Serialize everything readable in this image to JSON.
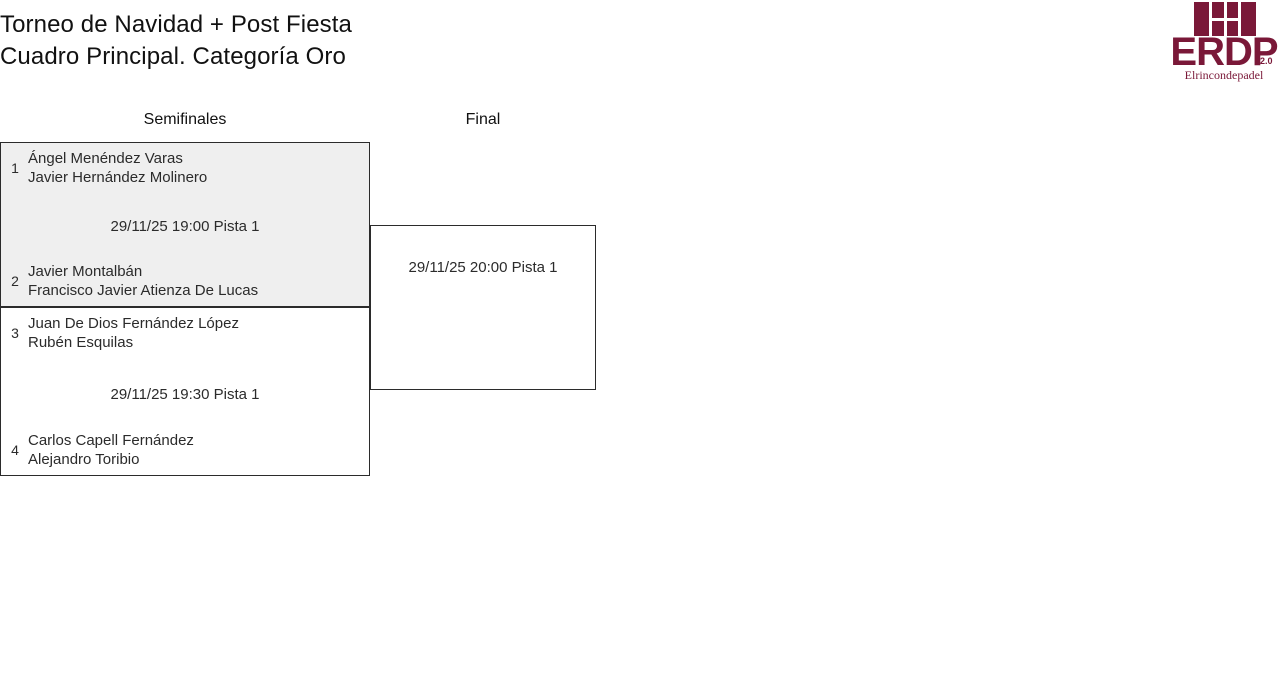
{
  "header": {
    "title_line1": "Torneo de Navidad + Post Fiesta",
    "title_line2": "Cuadro Principal. Categoría Oro"
  },
  "logo": {
    "wordmark": "ERDP",
    "version": "2.0",
    "subtitle": "Elrincondepadel",
    "brand_color": "#7a1838",
    "icon": "padel-court-icon"
  },
  "rounds": [
    {
      "key": "semifinales",
      "label": "Semifinales"
    },
    {
      "key": "final",
      "label": "Final"
    }
  ],
  "bracket": {
    "semifinal_1": {
      "info": "29/11/25 19:00 Pista 1",
      "top": {
        "seed": "1",
        "player1": "Ángel Menéndez Varas",
        "player2": "Javier Hernández Molinero"
      },
      "bottom": {
        "seed": "2",
        "player1": "Javier Montalbán",
        "player2": "Francisco Javier Atienza De Lucas"
      }
    },
    "semifinal_2": {
      "info": "29/11/25 19:30 Pista 1",
      "top": {
        "seed": "3",
        "player1": "Juan De Dios Fernández López",
        "player2": "Rubén Esquilas"
      },
      "bottom": {
        "seed": "4",
        "player1": "Carlos Capell Fernández",
        "player2": "Alejandro Toribio"
      }
    },
    "final": {
      "info": "29/11/25 20:00 Pista 1",
      "top": {
        "seed": "",
        "player1": "",
        "player2": ""
      },
      "bottom": {
        "seed": "",
        "player1": "",
        "player2": ""
      }
    }
  }
}
